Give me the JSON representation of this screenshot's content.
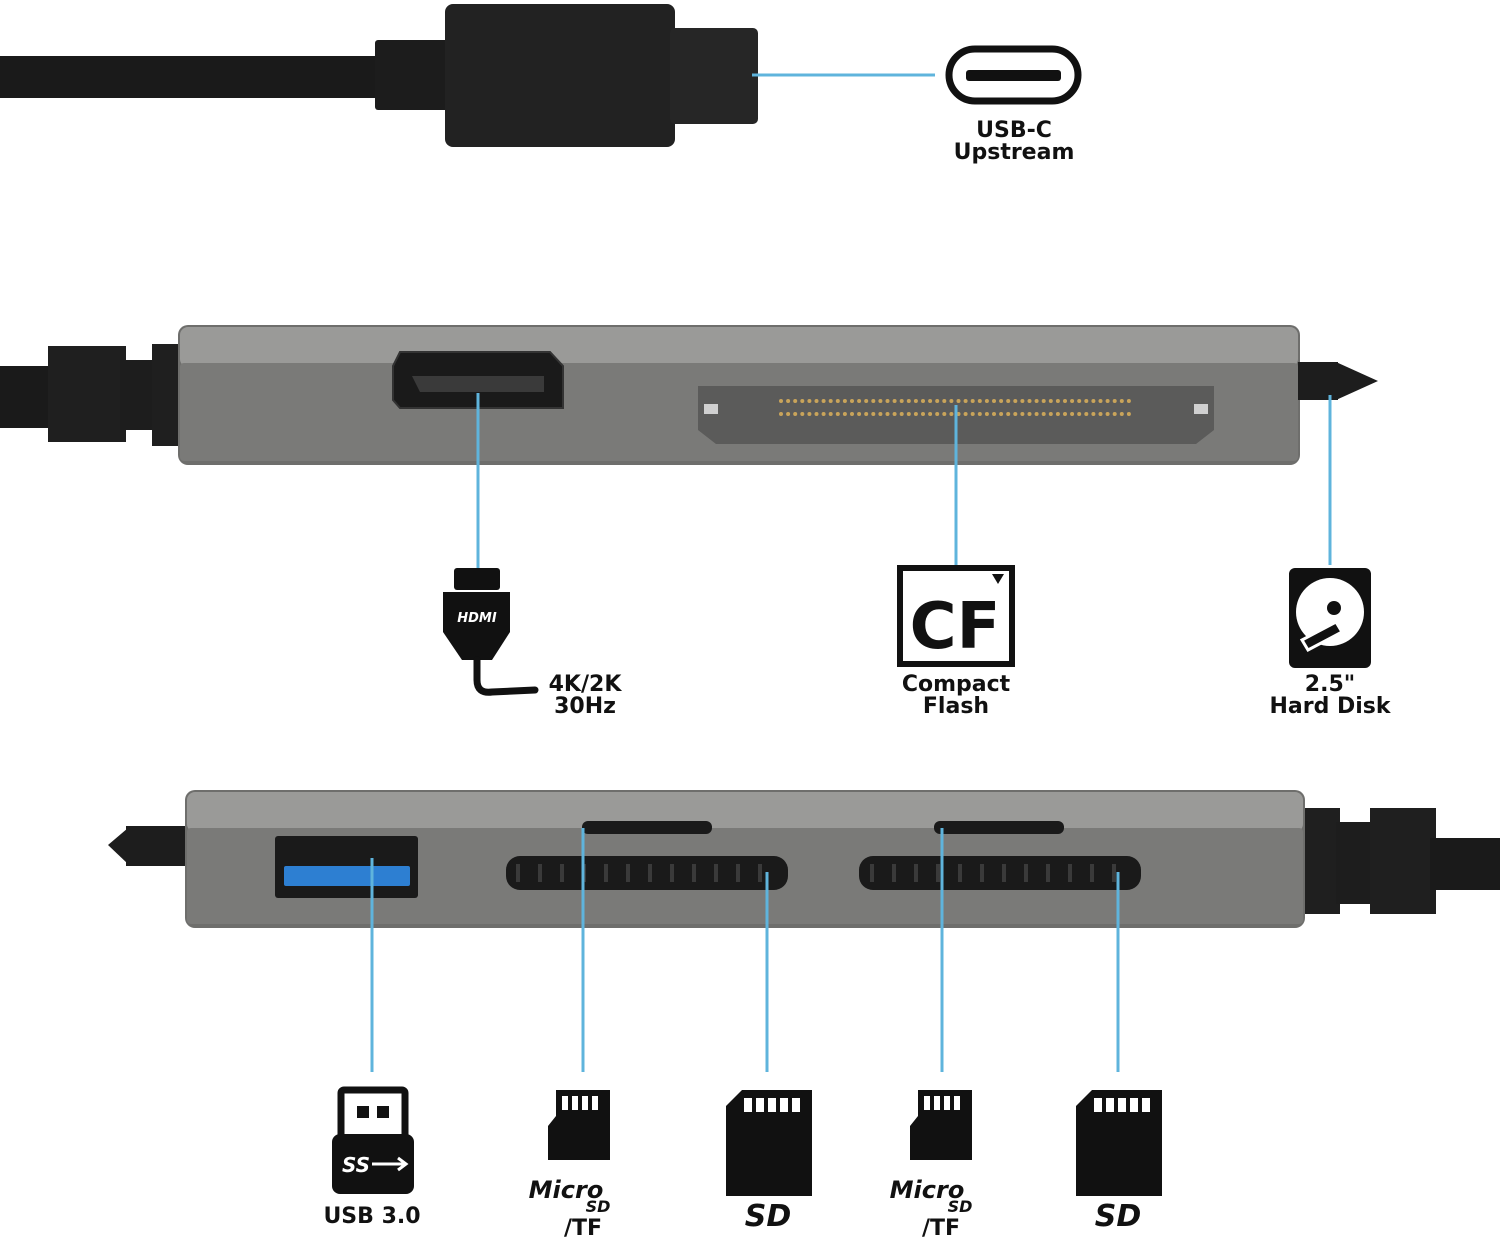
{
  "colors": {
    "accent": "#5fb4dc",
    "hub_body": "#7a7a78",
    "hub_top": "#929290",
    "cable": "#1a1a1a",
    "usb_blue": "#2d7fd2",
    "icon": "#111111"
  },
  "labels": {
    "usbc": {
      "line1": "USB-C",
      "line2": "Upstream"
    },
    "hdmi": {
      "line1": "4K/2K",
      "line2": "30Hz"
    },
    "cf": {
      "line1": "Compact",
      "line2": "Flash"
    },
    "hdd": {
      "line1": "2.5\"",
      "line2": "Hard Disk"
    },
    "usb3": {
      "line1": "USB 3.0"
    },
    "microsd_1": {
      "line1": "/TF"
    },
    "microsd_2": {
      "line1": "/TF"
    }
  },
  "logos": {
    "hdmi": "HDMI",
    "cf": "CF",
    "ss": "SS",
    "micro": "Micro",
    "sd": "SD"
  },
  "icons": [
    "usb-c-port-icon",
    "hdmi-plug-icon",
    "compact-flash-icon",
    "hard-disk-icon",
    "usb-stick-icon",
    "microsd-card-icon",
    "sd-card-icon"
  ]
}
